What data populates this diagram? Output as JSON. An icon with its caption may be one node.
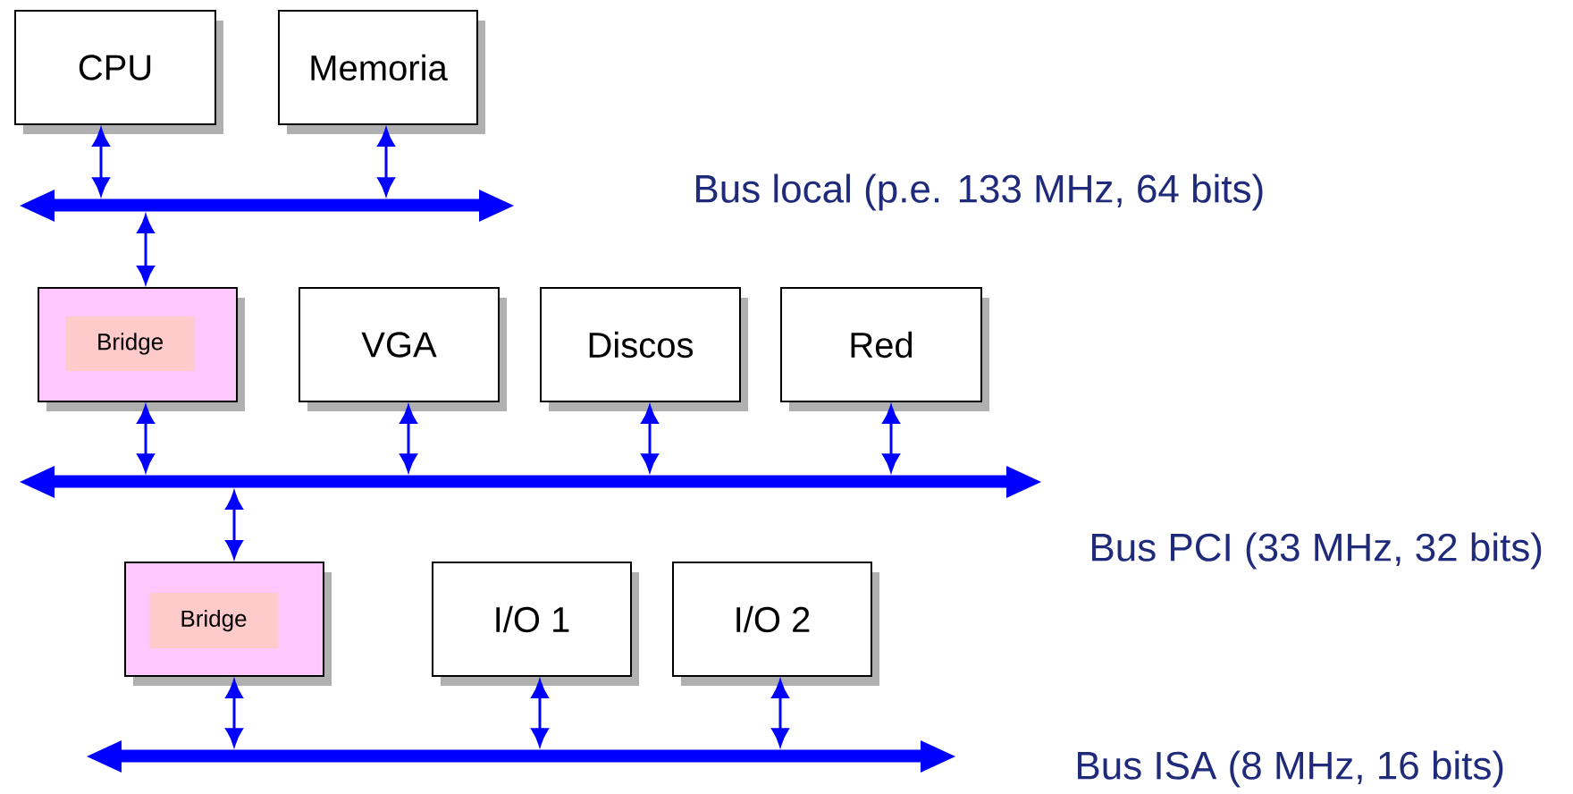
{
  "diagram": {
    "nodes": [
      {
        "text": [
          "CPU"
        ]
      },
      {
        "text": [
          "Memoria"
        ]
      },
      {
        "text": [],
        "shape": "bar"
      },
      {
        "text": [],
        "shape": "box"
      },
      {
        "text": [
          "Bridge"
        ],
        "in": 3
      },
      {
        "text": [
          "VGA"
        ]
      },
      {
        "text": [
          "Discos"
        ]
      },
      {
        "text": [
          "Red"
        ]
      },
      {
        "text": [],
        "shape": "bar"
      },
      {
        "text": [],
        "shape": "box"
      },
      {
        "text": [
          "Bridge"
        ],
        "in": 9
      },
      {
        "text": [
          "I/O 1"
        ]
      },
      {
        "text": [
          "I/O 2"
        ]
      },
      {
        "text": [],
        "shape": "bar"
      }
    ],
    "labels": [
      "Bus local (p.e. 133 MHz, 64 bits)",
      "Bus PCI (33 MHz, 32 bits)",
      "Bus ISA (8 MHz, 16 bits)"
    ],
    "edges": [
      {
        "from": 0,
        "to": 2,
        "arrow": "both"
      },
      {
        "from": 1,
        "to": 2,
        "arrow": "both"
      },
      {
        "from": 2,
        "to": 3,
        "arrow": "both"
      },
      {
        "from": 3,
        "to": 8,
        "arrow": "both"
      },
      {
        "from": 5,
        "to": 8,
        "arrow": "both"
      },
      {
        "from": 6,
        "to": 8,
        "arrow": "both"
      },
      {
        "from": 7,
        "to": 8,
        "arrow": "both"
      },
      {
        "from": 8,
        "to": 9,
        "arrow": "both"
      },
      {
        "from": 9,
        "to": 13,
        "arrow": "both"
      },
      {
        "from": 11,
        "to": 13,
        "arrow": "both"
      },
      {
        "from": 12,
        "to": 13,
        "arrow": "both"
      }
    ]
  }
}
